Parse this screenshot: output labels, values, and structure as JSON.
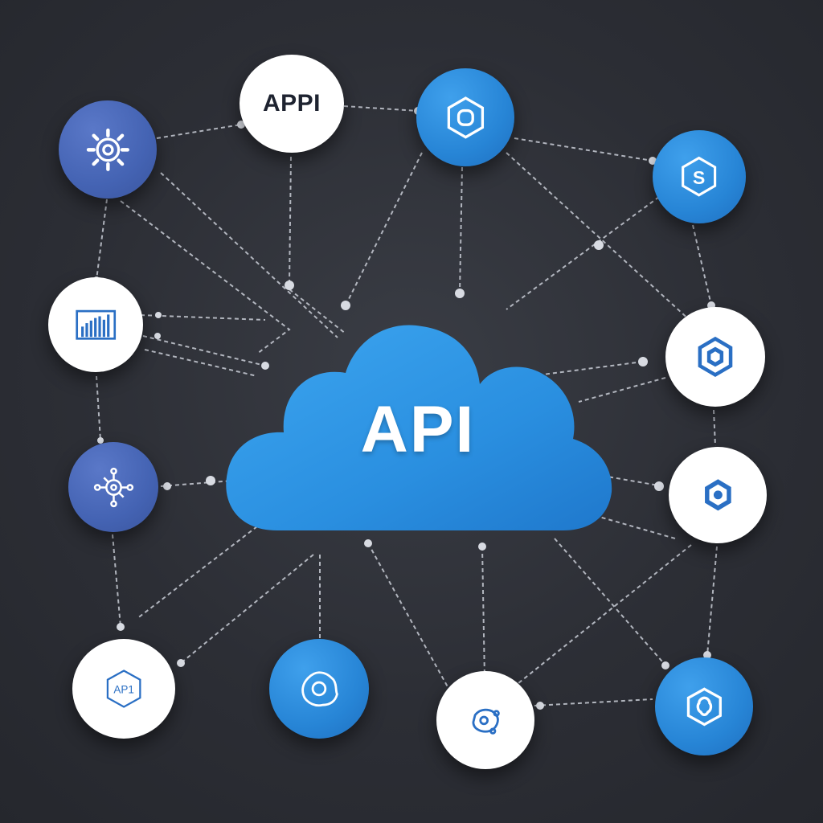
{
  "diagram": {
    "center": {
      "label": "API",
      "icon": "cloud-icon"
    },
    "nodes": [
      {
        "id": "gear",
        "style": "indigo",
        "icon": "gear-icon"
      },
      {
        "id": "appi",
        "style": "white",
        "label": "APPI"
      },
      {
        "id": "hex-top",
        "style": "blue",
        "icon": "hexagon-icon"
      },
      {
        "id": "s-hex",
        "style": "blue",
        "icon": "s-hexagon-icon",
        "label": "S"
      },
      {
        "id": "chart",
        "style": "white",
        "icon": "bar-chart-icon"
      },
      {
        "id": "hex-right-1",
        "style": "white",
        "icon": "hexagon-cube-icon"
      },
      {
        "id": "network",
        "style": "indigo",
        "icon": "network-cog-icon"
      },
      {
        "id": "hex-right-2",
        "style": "white",
        "icon": "hexagon-badge-icon"
      },
      {
        "id": "api-badge",
        "style": "white",
        "icon": "api-hexagon-icon",
        "label": "AP1"
      },
      {
        "id": "cog-blob",
        "style": "blue",
        "icon": "cog-blob-icon"
      },
      {
        "id": "molecule",
        "style": "white",
        "icon": "molecule-icon"
      },
      {
        "id": "hex-bottom",
        "style": "blue",
        "icon": "hexagon-icon"
      }
    ],
    "colors": {
      "background": "#2c2e35",
      "cloud": "#2a8fe0",
      "node_blue": "#2785d6",
      "node_indigo": "#4463b3",
      "node_white": "#ffffff",
      "wire": "#c9cdd6"
    }
  }
}
